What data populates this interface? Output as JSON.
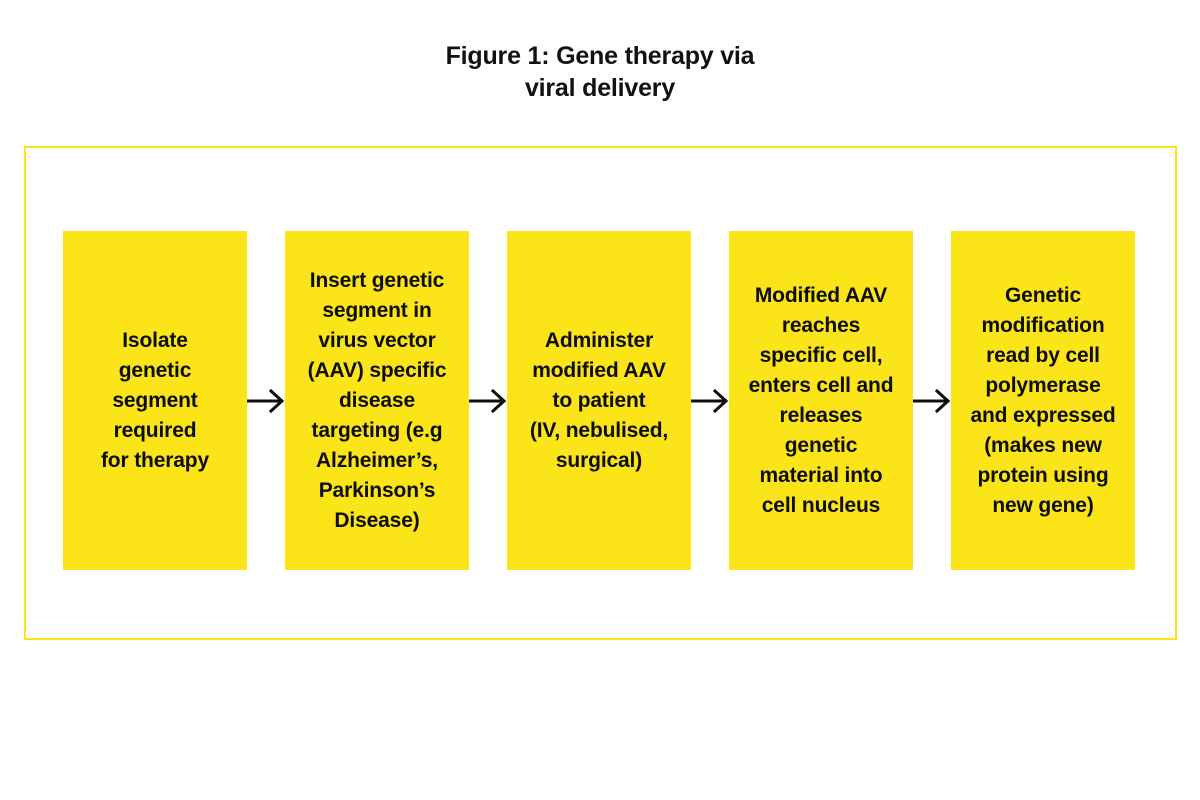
{
  "figure": {
    "title": "Figure 1: Gene therapy via\nviral delivery",
    "frame_border_color": "#FBE417",
    "box_fill_color": "#FBE417",
    "text_color": "#0D0D0D",
    "background_color": "#FFFFFF"
  },
  "flow": {
    "steps": [
      {
        "id": "isolate-genetic-segment",
        "text": "Isolate\ngenetic\nsegment\nrequired\nfor therapy"
      },
      {
        "id": "insert-into-virus-vector",
        "text": "Insert genetic\nsegment in\nvirus vector\n(AAV) specific\ndisease\ntargeting (e.g\nAlzheimer’s,\nParkinson’s\nDisease)"
      },
      {
        "id": "administer-modified-aav",
        "text": "Administer\nmodified AAV\nto patient\n(IV, nebulised,\nsurgical)"
      },
      {
        "id": "aav-reaches-cell",
        "text": "Modified AAV\nreaches\nspecific cell,\nenters cell and\nreleases\ngenetic\nmaterial into\ncell nucleus"
      },
      {
        "id": "gene-expressed",
        "text": "Genetic\nmodification\nread by cell\npolymerase\nand expressed\n(makes new\nprotein using\nnew gene)"
      }
    ],
    "connectors": [
      {
        "id": "arrow-1-2",
        "icon": "arrow-right-icon"
      },
      {
        "id": "arrow-2-3",
        "icon": "arrow-right-icon"
      },
      {
        "id": "arrow-3-4",
        "icon": "arrow-right-icon"
      },
      {
        "id": "arrow-4-5",
        "icon": "arrow-right-icon"
      }
    ]
  }
}
